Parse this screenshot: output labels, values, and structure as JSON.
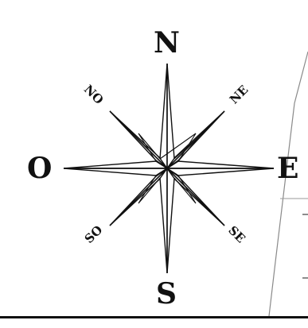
{
  "compass": {
    "north": "N",
    "south": "S",
    "east": "E",
    "west": "O",
    "northeast": "NE",
    "northwest": "NO",
    "southeast": "SE",
    "southwest": "SO"
  },
  "colors": {
    "ink": "#111111",
    "background": "#ffffff",
    "map_line": "#8a8a8a"
  }
}
